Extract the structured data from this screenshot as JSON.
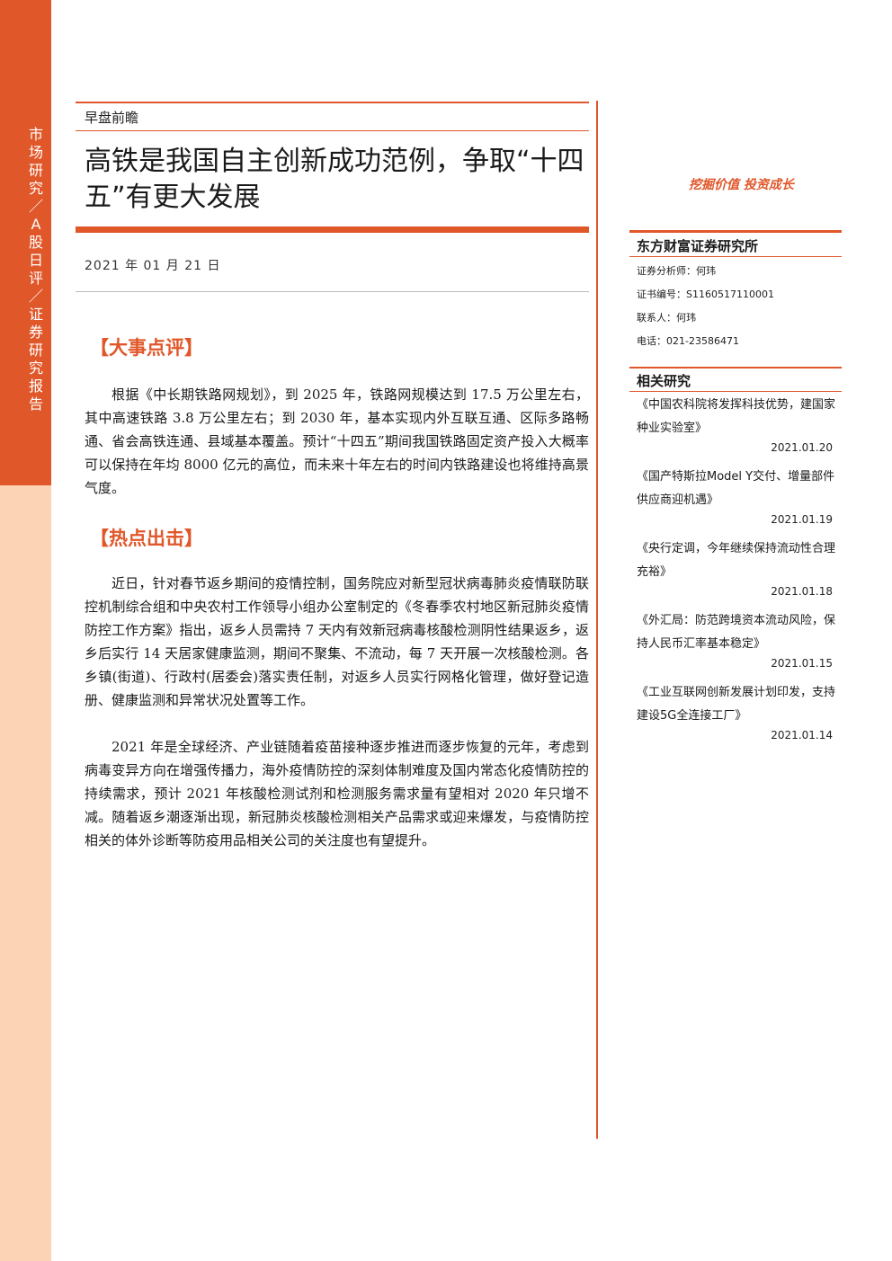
{
  "sidebar": {
    "text": "市场研究／A股日评／证券研究报告"
  },
  "header": {
    "section_tag": "早盘前瞻",
    "title": "高铁是我国自主创新成功范例，争取“十四五”有更大发展",
    "date": "2021 年 01 月 21 日"
  },
  "sections": [
    {
      "heading": "【大事点评】",
      "paragraphs": [
        "根据《中长期铁路网规划》，到 2025 年，铁路网规模达到 17.5 万公里左右，其中高速铁路 3.8 万公里左右；到 2030 年，基本实现内外互联互通、区际多路畅通、省会高铁连通、县域基本覆盖。预计“十四五”期间我国铁路固定资产投入大概率可以保持在年均 8000 亿元的高位，而未来十年左右的时间内铁路建设也将维持高景气度。"
      ]
    },
    {
      "heading": "【热点出击】",
      "paragraphs": [
        "近日，针对春节返乡期间的疫情控制，国务院应对新型冠状病毒肺炎疫情联防联控机制综合组和中央农村工作领导小组办公室制定的《冬春季农村地区新冠肺炎疫情防控工作方案》指出，返乡人员需持 7 天内有效新冠病毒核酸检测阴性结果返乡，返乡后实行 14 天居家健康监测，期间不聚集、不流动，每 7 天开展一次核酸检测。各乡镇(街道)、行政村(居委会)落实责任制，对返乡人员实行网格化管理，做好登记造册、健康监测和异常状况处置等工作。",
        "2021 年是全球经济、产业链随着疫苗接种逐步推进而逐步恢复的元年，考虑到病毒变异方向在增强传播力，海外疫情防控的深刻体制难度及国内常态化疫情防控的持续需求，预计 2021 年核酸检测试剂和检测服务需求量有望相对 2020 年只增不减。随着返乡潮逐渐出现，新冠肺炎核酸检测相关产品需求或迎来爆发，与疫情防控相关的体外诊断等防疫用品相关公司的关注度也有望提升。"
      ]
    }
  ],
  "right": {
    "slogan": "挖掘价值 投资成长",
    "institution": "东方财富证券研究所",
    "info": [
      "证券分析师：何玮",
      "证书编号：S1160517110001",
      "联系人：何玮",
      "电话：021-23586471"
    ],
    "related_heading": "相关研究",
    "related": [
      {
        "title": "《中国农科院将发挥科技优势，建国家种业实验室》",
        "date": "2021.01.20"
      },
      {
        "title": "《国产特斯拉Model Y交付、增量部件供应商迎机遇》",
        "date": "2021.01.19"
      },
      {
        "title": "《央行定调，今年继续保持流动性合理充裕》",
        "date": "2021.01.18"
      },
      {
        "title": "《外汇局：防范跨境资本流动风险，保持人民币汇率基本稳定》",
        "date": "2021.01.15"
      },
      {
        "title": "《工业互联网创新发展计划印发，支持建设5G全连接工厂》",
        "date": "2021.01.14"
      }
    ]
  },
  "colors": {
    "accent": "#e0572a",
    "side_light": "#fcd3b4"
  }
}
